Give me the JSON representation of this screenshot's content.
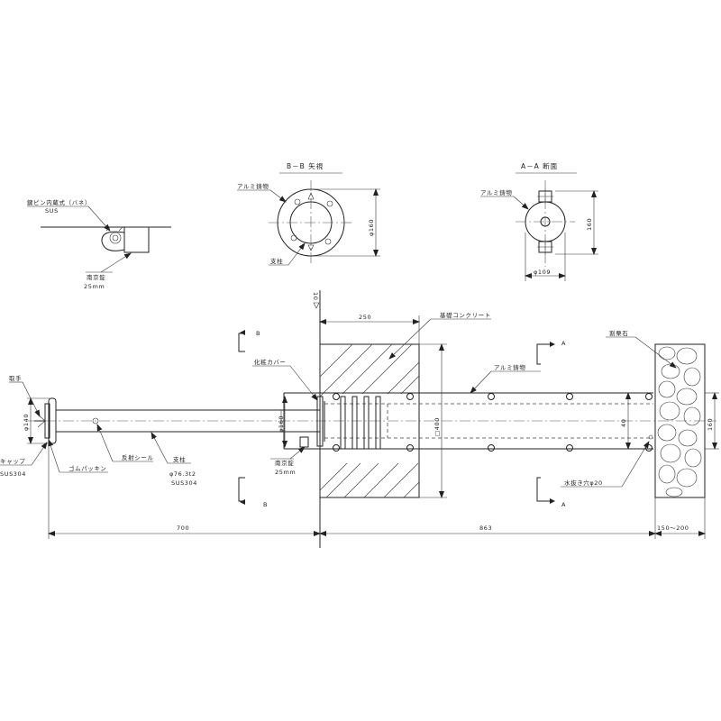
{
  "views": {
    "section_bb": {
      "title": "B－B 矢視",
      "label_casting": "アルミ鋳物",
      "label_post": "支柱",
      "dim_dia": "φ160"
    },
    "section_aa": {
      "title": "A－A 断面",
      "label_casting": "アルミ鋳物",
      "dim_height": "160",
      "dim_dia": "φ109"
    },
    "detail_lock": {
      "label_pin": "鍵ピン内蔵式（バネ）",
      "label_pin_material": "SUS",
      "label_lock": "南京錠",
      "label_lock_size": "25mm"
    }
  },
  "main": {
    "label_handle": "取手",
    "label_cap": "キャップ",
    "label_cap_material": "SUS304",
    "label_packing": "ゴムパッキン",
    "label_reflective": "反射シール",
    "label_post": "支柱",
    "label_post_spec": "φ76.3t2",
    "label_post_material": "SUS304",
    "label_cover": "化粧カバー",
    "label_lock": "南京錠",
    "label_lock_size": "25mm",
    "label_concrete": "基礎コンクリート",
    "label_casting": "アルミ鋳物",
    "label_gravel": "割栗石",
    "label_drain": "水抜き穴φ20",
    "dim_cap_dia": "φ140",
    "dim_post_dia": "φ160",
    "dim_concrete_width": "250",
    "dim_concrete_height": "□400",
    "dim_casting": "40",
    "dim_gravel_height": "160",
    "dim_top": "10",
    "dim_exposed": "700",
    "dim_embedded": "863",
    "dim_gravel": "150～200",
    "mark_a_top": "A",
    "mark_a_bottom": "A",
    "mark_b_top": "B",
    "mark_b_bottom": "B"
  }
}
